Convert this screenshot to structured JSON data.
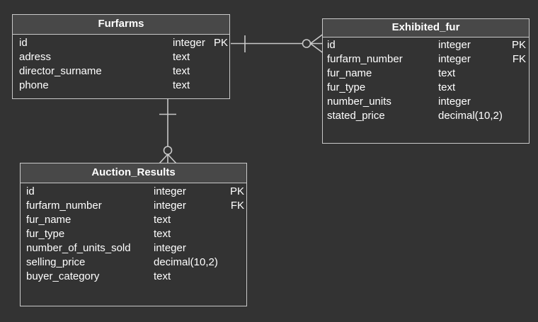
{
  "diagram": {
    "background_color": "#333333",
    "line_color": "#c9c9c9",
    "header_background_color": "#484848",
    "text_color": "#ffffff"
  },
  "tables": [
    {
      "title": "Furfarms",
      "fields": [
        {
          "name": "id",
          "type": "integer",
          "key": "PK"
        },
        {
          "name": "adress",
          "type": "text",
          "key": ""
        },
        {
          "name": "director_surname",
          "type": "text",
          "key": ""
        },
        {
          "name": "phone",
          "type": "text",
          "key": ""
        }
      ]
    },
    {
      "title": "Exhibited_fur",
      "fields": [
        {
          "name": "id",
          "type": "integer",
          "key": "PK"
        },
        {
          "name": "furfarm_number",
          "type": "integer",
          "key": "FK"
        },
        {
          "name": "fur_name",
          "type": "text",
          "key": ""
        },
        {
          "name": "fur_type",
          "type": "text",
          "key": ""
        },
        {
          "name": "number_units",
          "type": "integer",
          "key": ""
        },
        {
          "name": "stated_price",
          "type": "decimal(10,2)",
          "key": ""
        }
      ]
    },
    {
      "title": "Auction_Results",
      "fields": [
        {
          "name": "id",
          "type": "integer",
          "key": "PK"
        },
        {
          "name": "furfarm_number",
          "type": "integer",
          "key": "FK"
        },
        {
          "name": "fur_name",
          "type": "text",
          "key": ""
        },
        {
          "name": "fur_type",
          "type": "text",
          "key": ""
        },
        {
          "name": "number_of_units_sold",
          "type": "integer",
          "key": ""
        },
        {
          "name": "selling_price",
          "type": "decimal(10,2)",
          "key": ""
        },
        {
          "name": "buyer_category",
          "type": "text",
          "key": ""
        }
      ]
    }
  ],
  "relationships": [
    {
      "from_table": "Furfarms",
      "to_table": "Exhibited_fur",
      "from_cardinality": "one",
      "to_cardinality": "zero-or-many"
    },
    {
      "from_table": "Furfarms",
      "to_table": "Auction_Results",
      "from_cardinality": "one",
      "to_cardinality": "zero-or-many"
    }
  ]
}
